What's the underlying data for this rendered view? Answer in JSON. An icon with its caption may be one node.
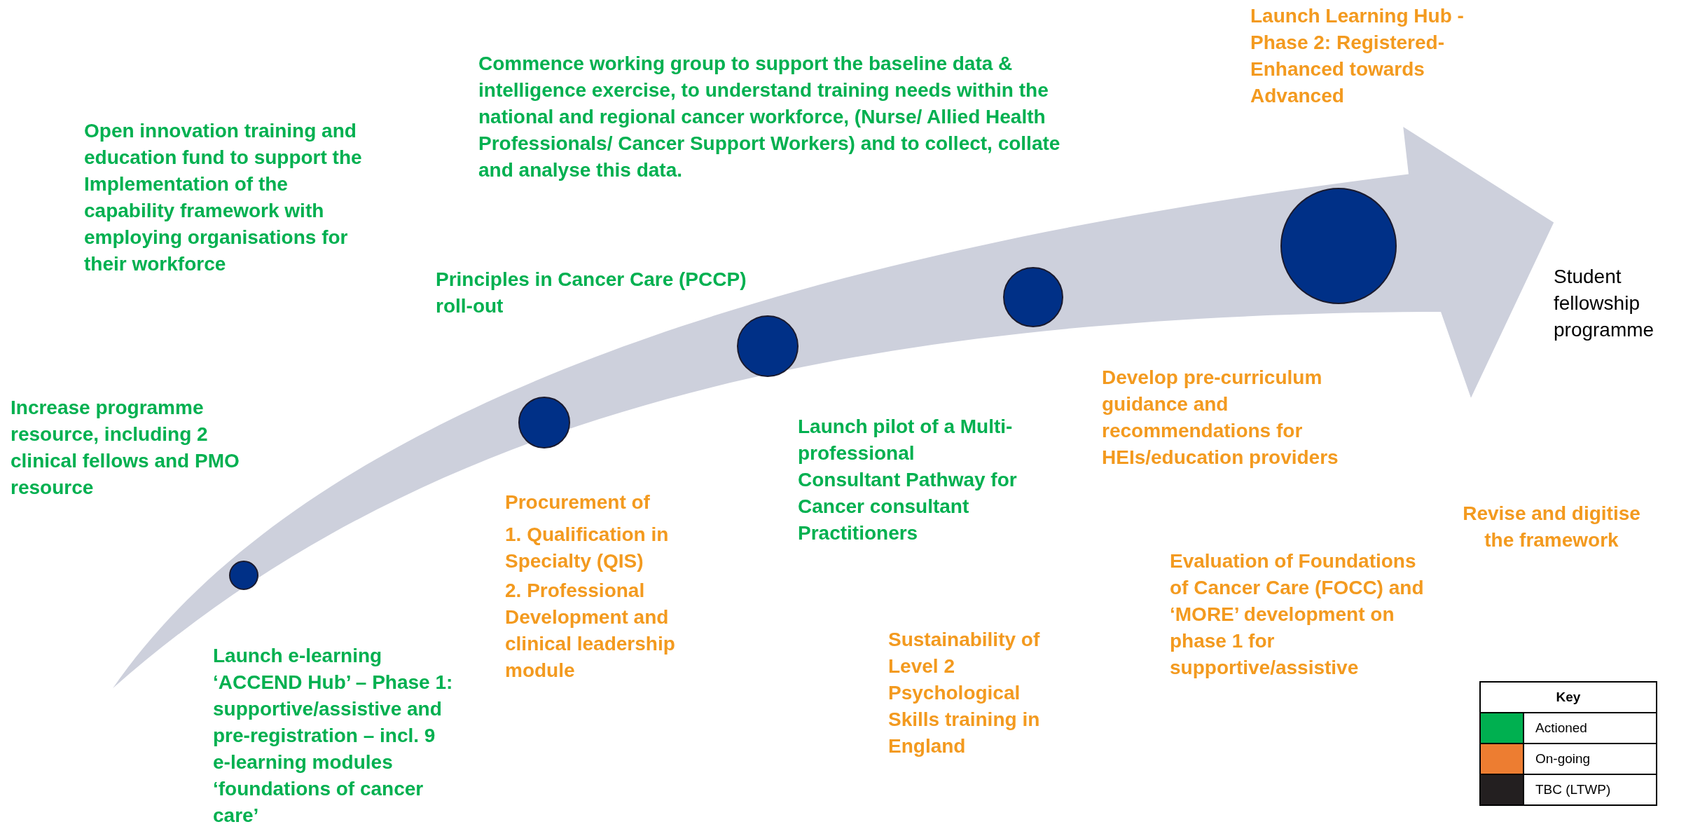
{
  "diagram": {
    "nodes": [
      {
        "text": [],
        "shape": "circle"
      },
      {
        "text": [],
        "shape": "circle"
      },
      {
        "text": [],
        "shape": "circle"
      },
      {
        "text": [],
        "shape": "circle"
      },
      {
        "text": [],
        "shape": "circle"
      }
    ],
    "labels": [
      "Open innovation training and education fund to support the Implementation of the capability framework with employing organisations for their workforce",
      "Commence working group to support the baseline data & intelligence exercise, to understand training needs within the national and regional cancer workforce, (Nurse/ Allied Health Professionals/ Cancer Support Workers) and to collect, collate and analyse this data.",
      "Launch Learning Hub - Phase 2: Registered-Enhanced towards Advanced",
      "Principles in Cancer Care (PCCP) roll-out",
      "Student fellowship programme",
      "Increase programme resource, including 2 clinical fellows and PMO resource",
      "Develop pre-curriculum guidance and recommendations for HEIs/education providers",
      "Launch pilot of a Multi-professional Consultant Pathway for Cancer consultant Practitioners",
      "Procurement of",
      "1. Qualification in Specialty (QIS)",
      "2. Professional Development and clinical leadership module",
      "Revise and digitise the framework",
      "Evaluation of Foundations of Cancer Care (FOCC) and ‘MORE’ development on phase 1 for supportive/assistive",
      "Sustainability of Level 2 Psychological Skills training in England",
      "Launch e-learning ‘ACCEND Hub’ – Phase 1: supportive/assistive and pre-registration – incl. 9 e-learning modules ‘foundations of cancer care’",
      "Key"
    ],
    "legend": [
      {
        "text": "Actioned",
        "color": "#00b050"
      },
      {
        "text": "On-going",
        "color": "#ed7d31"
      },
      {
        "text": "TBC (LTWP)",
        "color": "#231f20"
      }
    ]
  }
}
